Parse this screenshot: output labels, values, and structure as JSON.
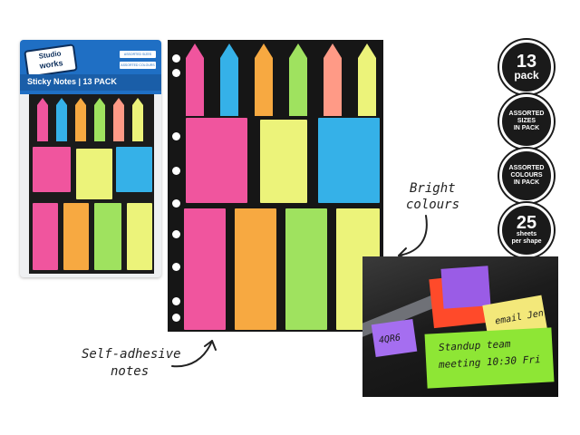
{
  "package": {
    "brand_line1": "Studio",
    "brand_line2": "works",
    "tag1": "ASSORTED SIZES",
    "tag2": "ASSORTED COLOURS",
    "title": "Sticky Notes | 13 PACK"
  },
  "callouts": {
    "bright_line1": "Bright",
    "bright_line2": "colours",
    "adhesive_line1": "Self-adhesive",
    "adhesive_line2": "notes"
  },
  "badges": [
    {
      "lines": [
        "13",
        "pack"
      ]
    },
    {
      "lines": [
        "ASSORTED",
        "SIZES",
        "IN PACK"
      ]
    },
    {
      "lines": [
        "ASSORTED",
        "COLOURS",
        "IN PACK"
      ]
    },
    {
      "lines": [
        "25",
        "sheets",
        "per shape"
      ]
    }
  ],
  "photo": {
    "note_email": "email Jen",
    "note_standup_line1": "Standup team",
    "note_standup_line2": "meeting 10:30 Fri",
    "note_code": "4QR6"
  },
  "colors": {
    "pink": "#f0559e",
    "blue": "#35b1e8",
    "orange": "#f7a941",
    "green": "#9fe25f",
    "salmon": "#ff9a86",
    "yellow": "#ecf37a",
    "lime": "#d7ee71",
    "sheet": "#161616",
    "pack_blue": "#1f6fc4"
  }
}
